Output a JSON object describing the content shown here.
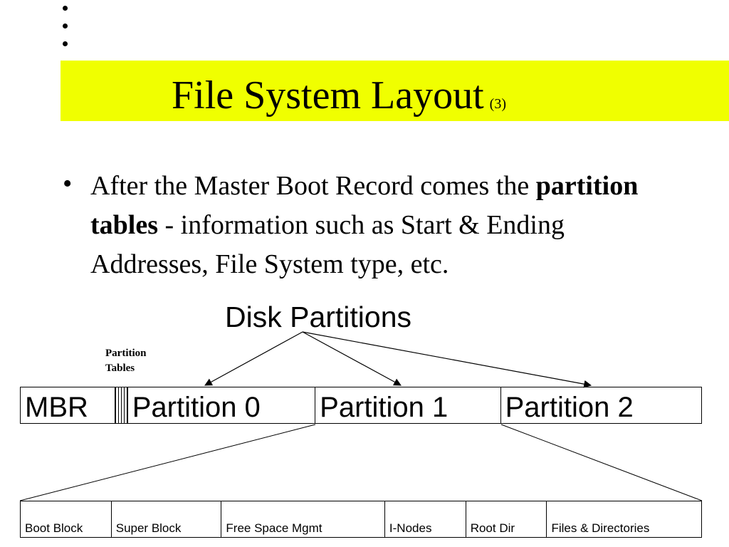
{
  "slide": {
    "title": "File System Layout",
    "title_number": "(3)",
    "title_bar_color": "#f0ff00"
  },
  "bullet": {
    "symbol": "•",
    "text_before": "After the Master Boot Record comes the ",
    "bold_text": "partition tables",
    "text_after": " - information such as Start & Ending Addresses, File System type, etc."
  },
  "diagram": {
    "title": "Disk Partitions",
    "partition_tables_note": "Partition Tables",
    "top_row": [
      "MBR",
      "Partition 0",
      "Partition 1",
      "Partition 2"
    ],
    "bottom_row": [
      "Boot Block",
      "Super Block",
      "Free Space Mgmt",
      "I-Nodes",
      "Root Dir",
      "Files & Directories"
    ]
  }
}
